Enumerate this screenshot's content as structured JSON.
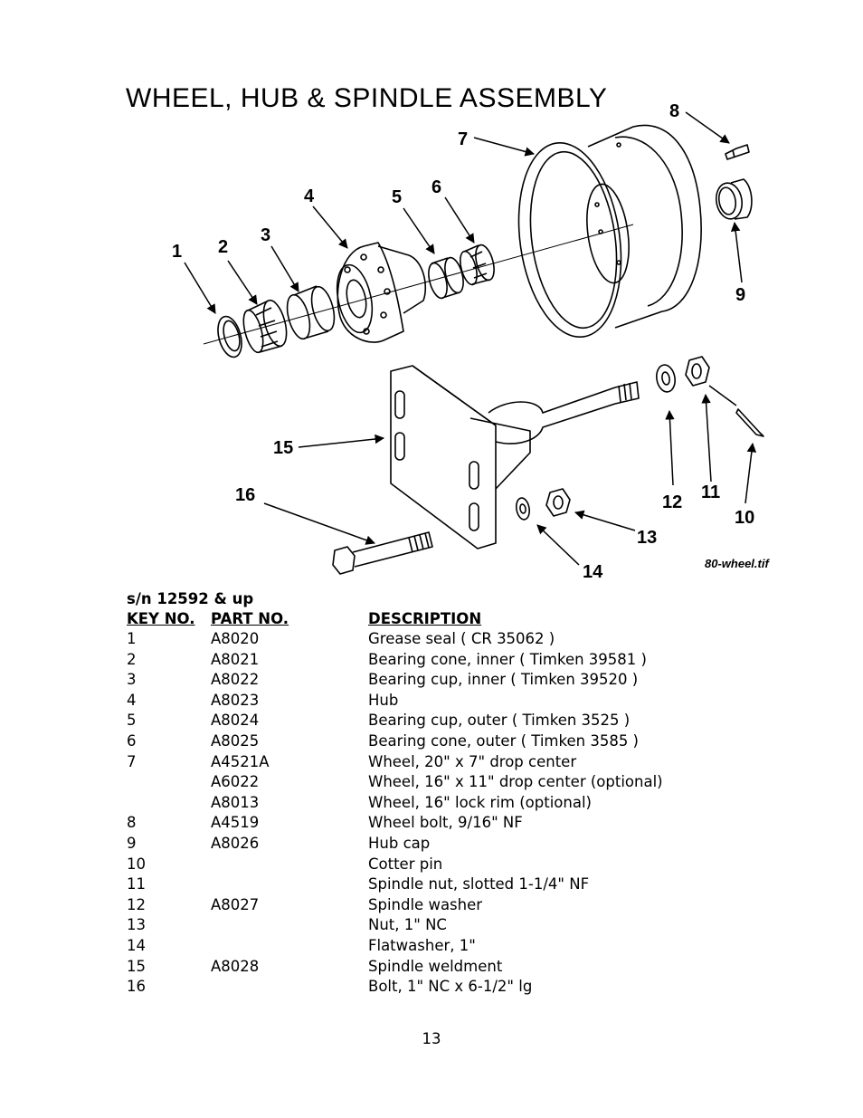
{
  "title": "WHEEL, HUB & SPINDLE ASSEMBLY",
  "figure": {
    "filename": "80-wheel.tif",
    "callouts": [
      "1",
      "2",
      "3",
      "4",
      "5",
      "6",
      "7",
      "8",
      "9",
      "10",
      "11",
      "12",
      "13",
      "14",
      "15",
      "16"
    ]
  },
  "serial": "s/n 12592 & up",
  "headers": {
    "key": "KEY NO.",
    "part": "PART  NO.",
    "description": "DESCRIPTION"
  },
  "rows": [
    {
      "key": "1",
      "part": "A8020",
      "description": "Grease seal ( CR 35062 )"
    },
    {
      "key": "2",
      "part": "A8021",
      "description": "Bearing cone, inner ( Timken 39581 )"
    },
    {
      "key": "3",
      "part": "A8022",
      "description": "Bearing cup, inner ( Timken 39520 )"
    },
    {
      "key": "4",
      "part": "A8023",
      "description": "Hub"
    },
    {
      "key": "5",
      "part": "A8024",
      "description": "Bearing cup, outer ( Timken 3525 )"
    },
    {
      "key": "6",
      "part": "A8025",
      "description": "Bearing cone, outer ( Timken 3585 )"
    },
    {
      "key": "7",
      "part": "A4521A",
      "description": "Wheel, 20\" x 7\" drop center"
    },
    {
      "key": "",
      "part": "A6022",
      "description": "Wheel, 16\" x 11\" drop center (optional)"
    },
    {
      "key": "",
      "part": "A8013",
      "description": "Wheel, 16\" lock rim (optional)"
    },
    {
      "key": "8",
      "part": "A4519",
      "description": "Wheel bolt, 9/16\" NF"
    },
    {
      "key": "9",
      "part": "A8026",
      "description": "Hub cap"
    },
    {
      "key": "10",
      "part": "",
      "description": "Cotter pin"
    },
    {
      "key": "11",
      "part": "",
      "description": "Spindle nut, slotted 1-1/4\" NF"
    },
    {
      "key": "12",
      "part": "A8027",
      "description": "Spindle washer"
    },
    {
      "key": "13",
      "part": "",
      "description": "Nut, 1\" NC"
    },
    {
      "key": "14",
      "part": "",
      "description": "Flatwasher, 1\""
    },
    {
      "key": "15",
      "part": "A8028",
      "description": "Spindle weldment"
    },
    {
      "key": "16",
      "part": "",
      "description": "Bolt, 1\" NC x 6-1/2\" lg"
    }
  ],
  "page_number": "13"
}
